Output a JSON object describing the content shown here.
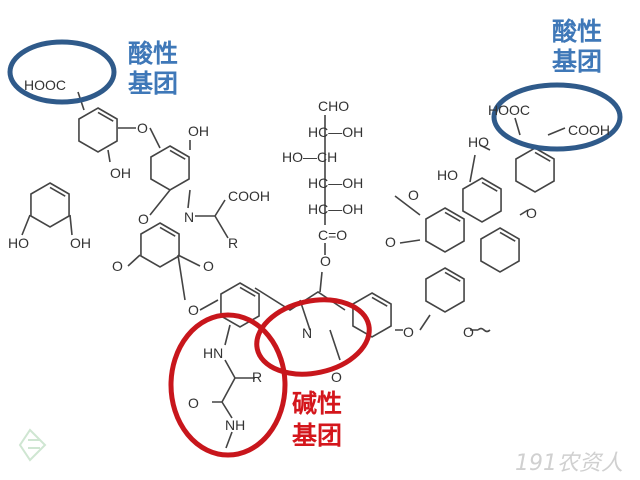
{
  "labels": {
    "acid_left": [
      "酸性",
      "基团"
    ],
    "acid_right": [
      "酸性",
      "基团"
    ],
    "base": [
      "碱性",
      "基团"
    ]
  },
  "atoms": {
    "hooc_left": "HOOC",
    "oh_ring_a": "OH",
    "o_link_1": "O",
    "oh_ring_c": "OH",
    "ho_catechol_1": "HO",
    "oh_catechol_2": "OH",
    "o_oxazine": "O",
    "n_oxazine": "N",
    "cooh_mid": "COOH",
    "r_mid": "R",
    "o_keto_left": "O",
    "o_keto_right": "O",
    "o_link_2": "O",
    "hn": "HN",
    "r_amide": "R",
    "o_amide": "O",
    "nh": "NH",
    "n_pyridine": "N",
    "o_lactone": "O",
    "o_link_3": "O",
    "o_terminal": "O",
    "cho": "CHO",
    "hc_oh_1": "HC—OH",
    "ho_ch": "HO—CH",
    "hc_oh_2": "HC—OH",
    "hc_oh_3": "HC—OH",
    "c_eq_o": "C=O",
    "o_ester": "O",
    "hooc_right": "HOOC",
    "cooh_right": "COOH",
    "ho_right_1": "HO",
    "ho_right_2": "HO",
    "o_quinone_1": "O",
    "o_quinone_2": "O",
    "o_furan": "O"
  },
  "watermark": "191农资人",
  "colors": {
    "acid": "#3f78b8",
    "acid_ring": "#2f5a8a",
    "base": "#d4161c"
  }
}
